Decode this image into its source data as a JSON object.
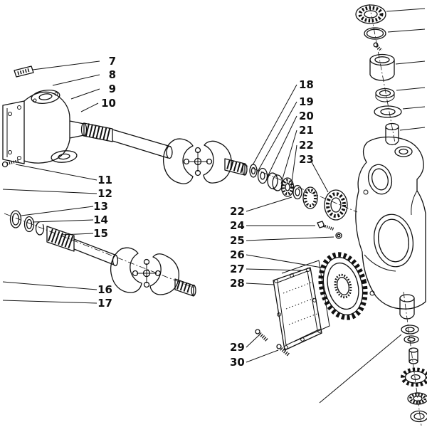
{
  "canvas": {
    "background_color": "#ffffff",
    "line_color": "#111111"
  },
  "callouts": [
    {
      "label": "7"
    },
    {
      "label": "8"
    },
    {
      "label": "9"
    },
    {
      "label": "10"
    },
    {
      "label": "11"
    },
    {
      "label": "12"
    },
    {
      "label": "13"
    },
    {
      "label": "14"
    },
    {
      "label": "15"
    },
    {
      "label": "16"
    },
    {
      "label": "17"
    },
    {
      "label": "18"
    },
    {
      "label": "19"
    },
    {
      "label": "20"
    },
    {
      "label": "21"
    },
    {
      "label": "22"
    },
    {
      "label": "23"
    },
    {
      "label": "22"
    },
    {
      "label": "24"
    },
    {
      "label": "25"
    },
    {
      "label": "26"
    },
    {
      "label": "27"
    },
    {
      "label": "28"
    },
    {
      "label": "29"
    },
    {
      "label": "30"
    }
  ]
}
